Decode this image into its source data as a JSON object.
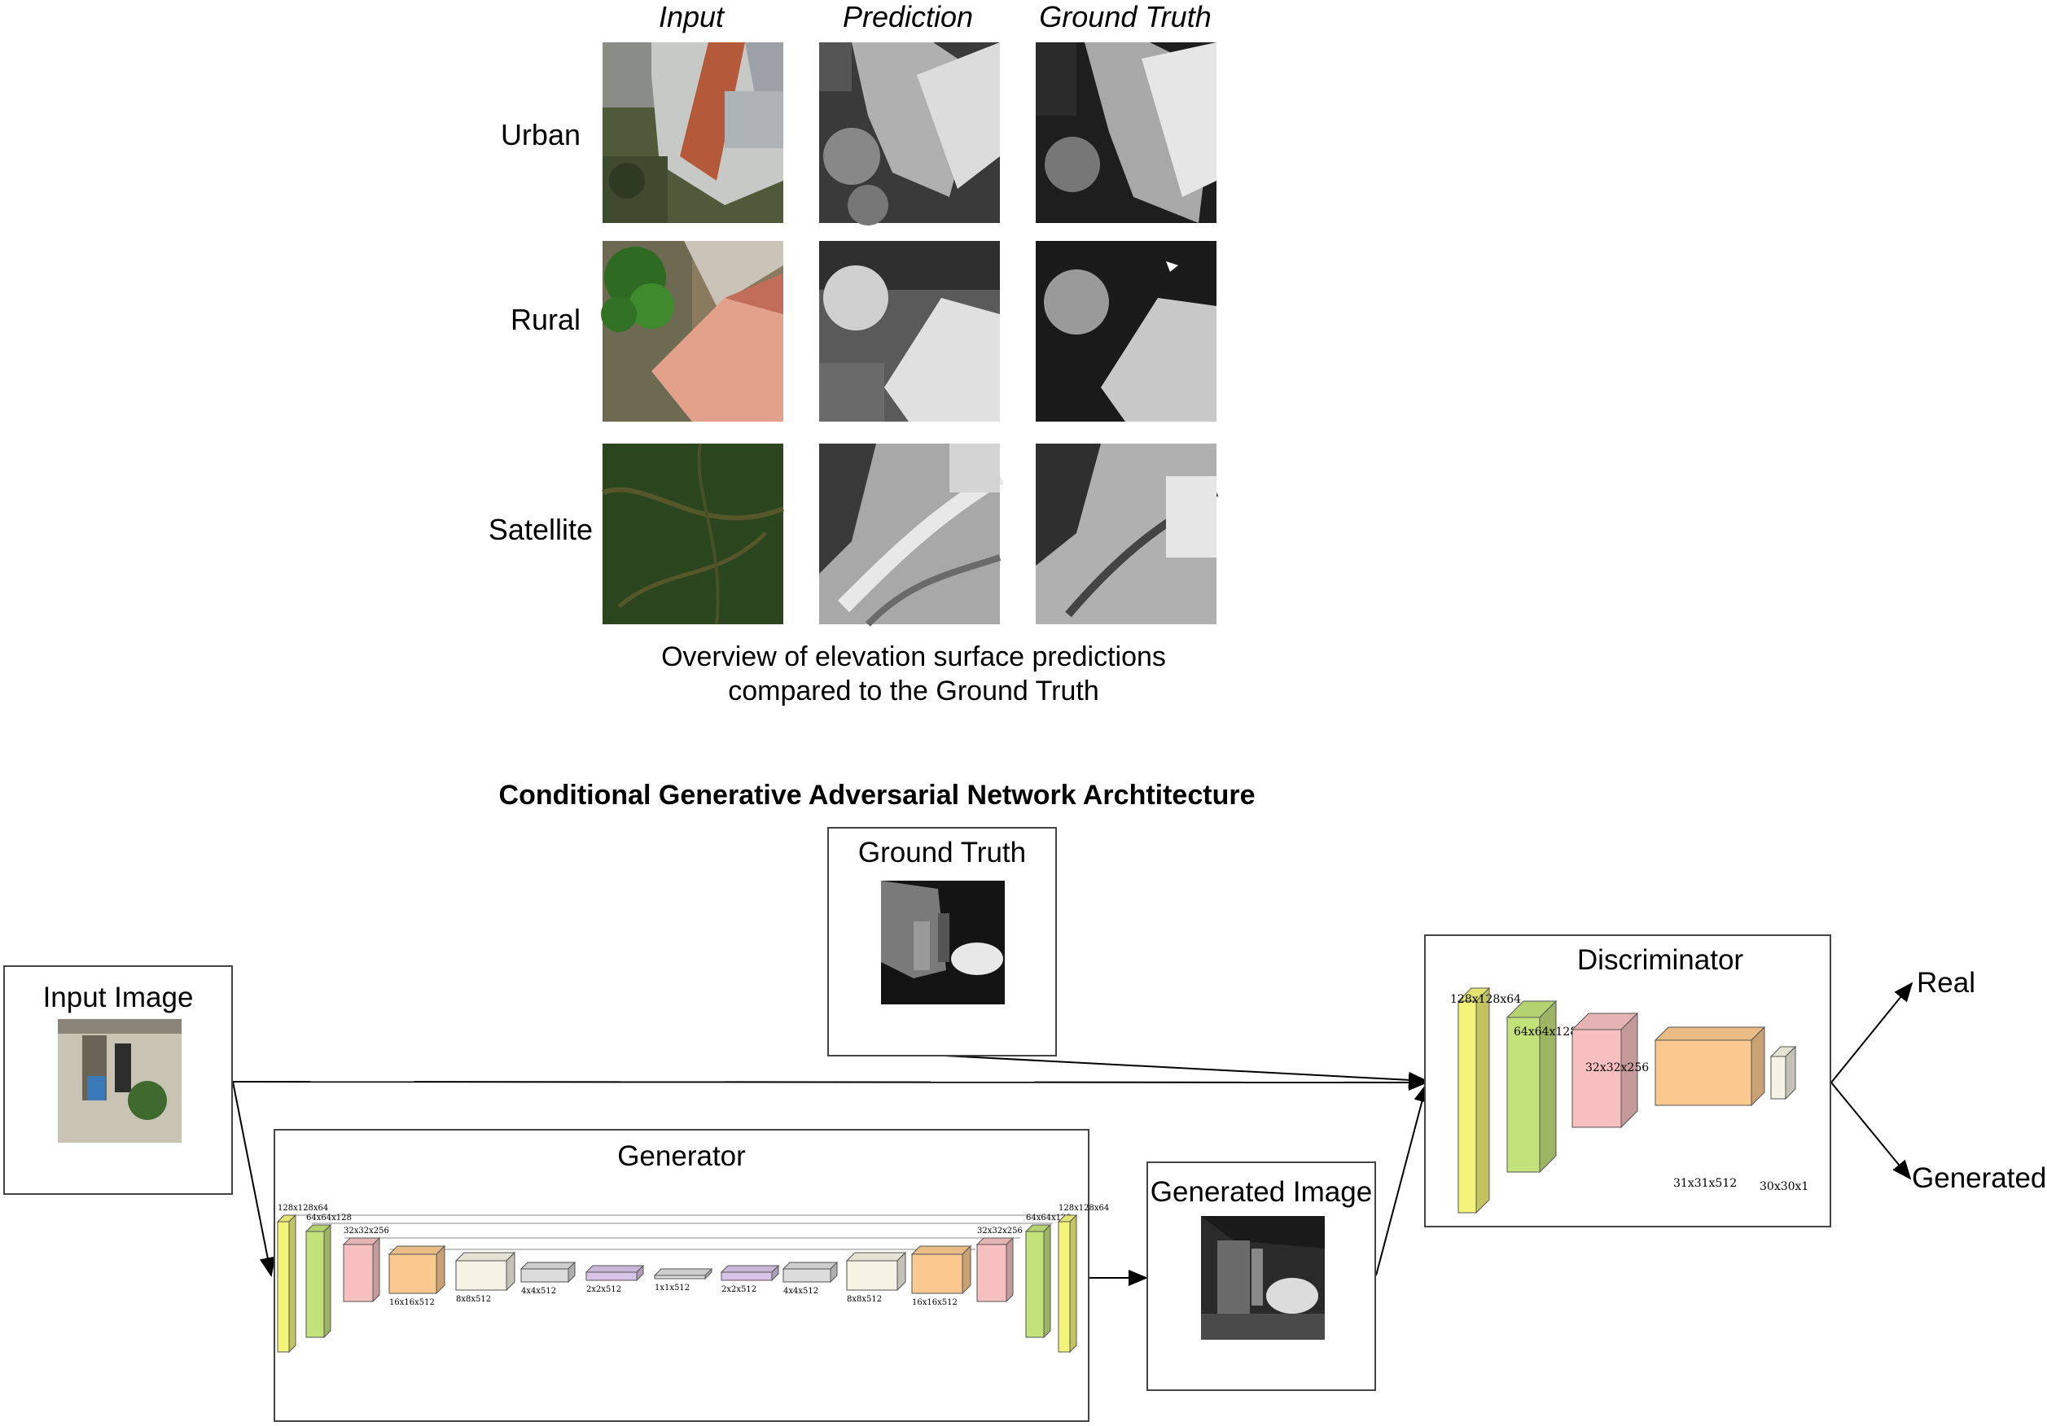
{
  "comparison": {
    "columns": [
      "Input",
      "Prediction",
      "Ground Truth"
    ],
    "rows": [
      "Urban",
      "Rural",
      "Satellite"
    ],
    "caption_line1": "Overview of elevation surface predictions",
    "caption_line2": "compared to the Ground Truth"
  },
  "architecture": {
    "title": "Conditional Generative Adversarial Network Archtitecture",
    "ground_truth_label": "Ground Truth",
    "input_image_label": "Input Image",
    "generator_label": "Generator",
    "generated_image_label": "Generated Image",
    "discriminator_label": "Discriminator",
    "output_real": "Real",
    "output_generated": "Generated",
    "generator_layers": [
      "128x128x64",
      "64x64x128",
      "32x32x256",
      "16x16x512",
      "8x8x512",
      "4x4x512",
      "2x2x512",
      "1x1x512",
      "2x2x512",
      "4x4x512",
      "8x8x512",
      "16x16x512",
      "32x32x256",
      "64x64x128",
      "128x128x64"
    ],
    "discriminator_layers": [
      "128x128x64",
      "64x64x128",
      "32x32x256",
      "31x31x512",
      "30x30x1"
    ]
  },
  "colors": {
    "yellow": "#f4f47a",
    "green": "#c3e27a",
    "pink": "#f6c0c0",
    "orange": "#fbc98f",
    "cream": "#f5f3e3",
    "gray": "#dcdcdc",
    "purple": "#d8c4e8"
  }
}
